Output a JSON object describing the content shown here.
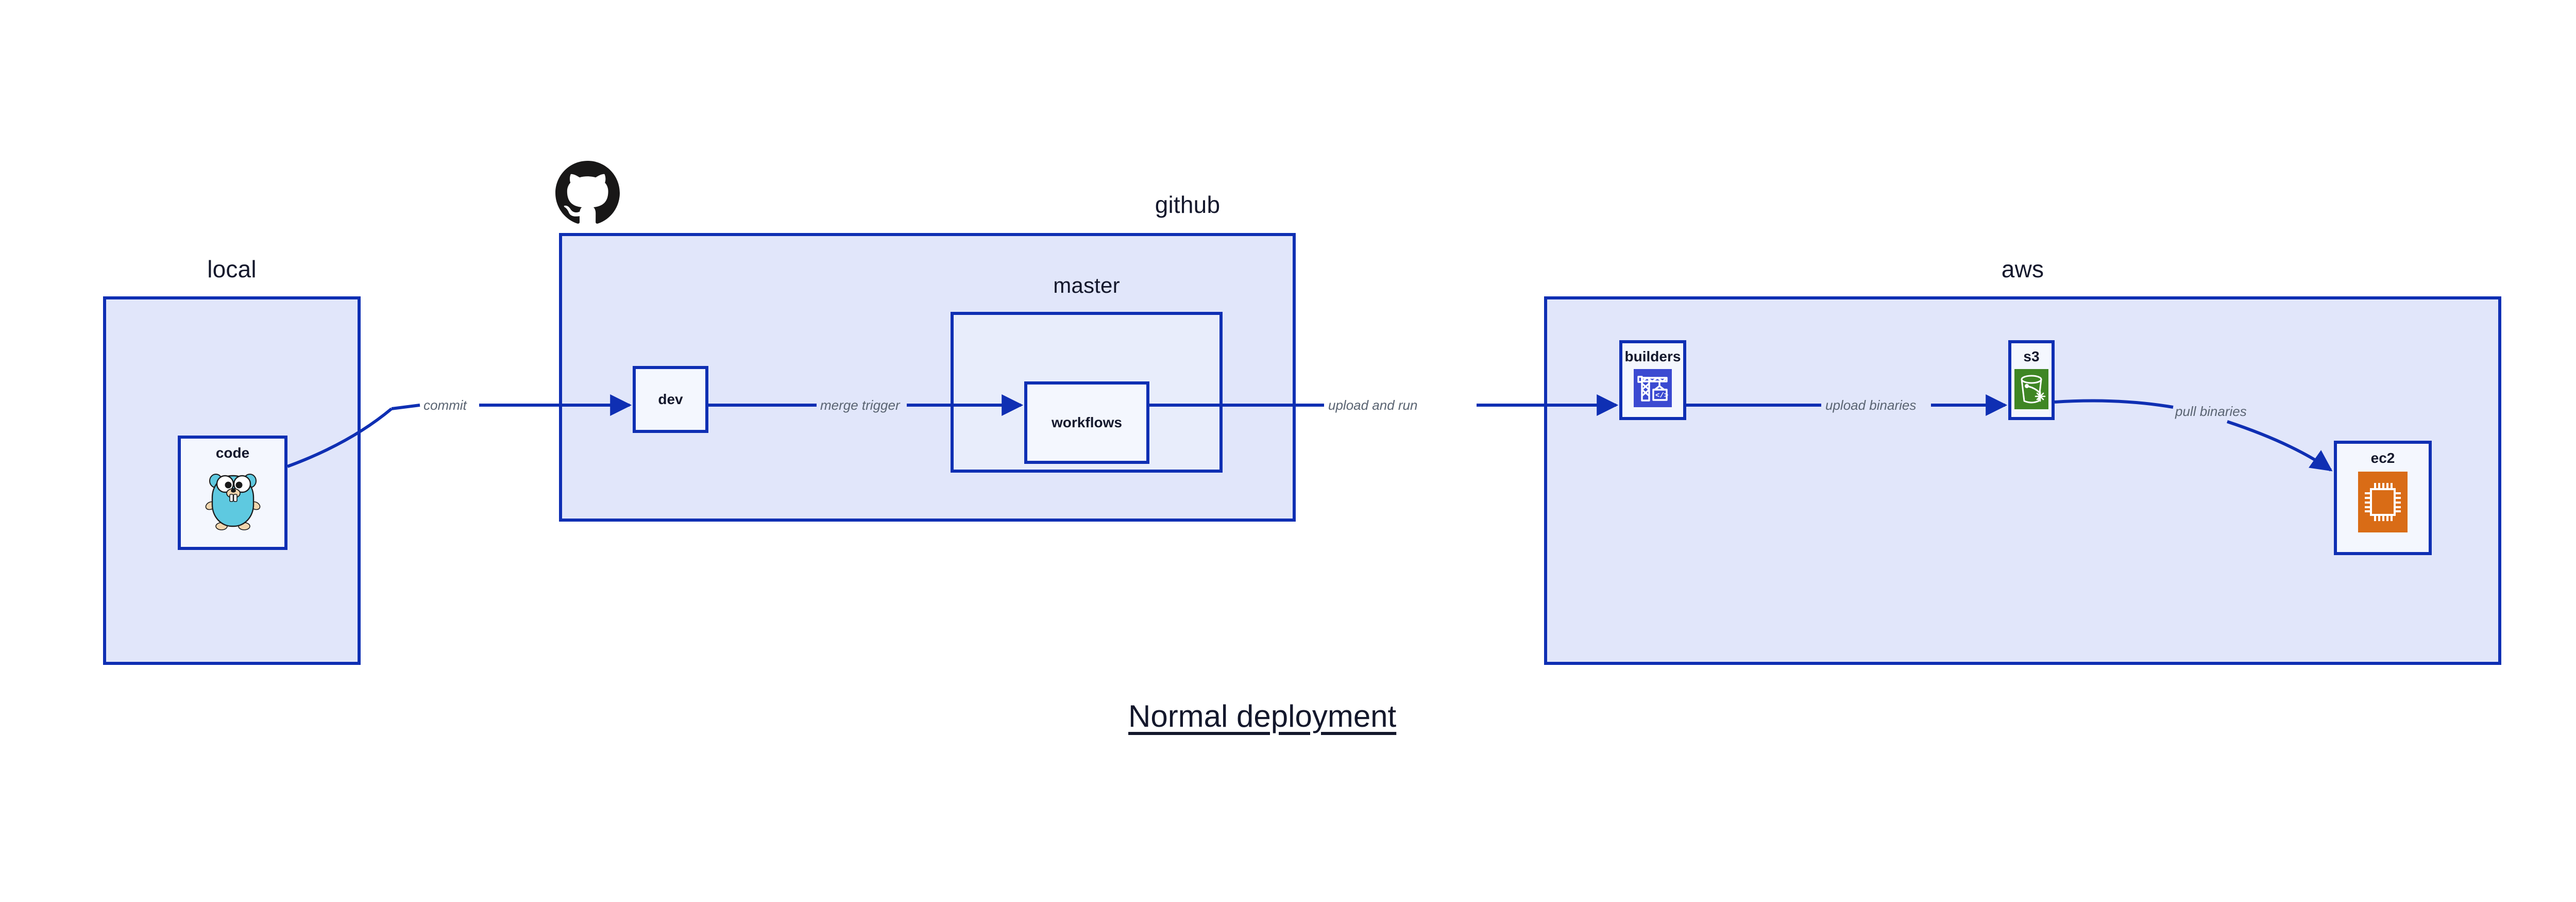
{
  "figure": {
    "title": "Normal deployment"
  },
  "groups": {
    "local": {
      "caption": "local"
    },
    "github": {
      "caption": "github",
      "logo": "github-octocat-logo",
      "master": {
        "caption": "master"
      }
    },
    "aws": {
      "caption": "aws"
    }
  },
  "nodes": {
    "code": {
      "label": "code",
      "icon": "go-gopher-icon"
    },
    "dev": {
      "label": "dev"
    },
    "workflows": {
      "label": "workflows"
    },
    "builders": {
      "label": "builders",
      "icon": "aws-codebuild-crane-icon",
      "icon_color": "#3b4ad1"
    },
    "s3": {
      "label": "s3",
      "icon": "aws-s3-bucket-icon",
      "icon_color": "#3f8624"
    },
    "ec2": {
      "label": "ec2",
      "icon": "aws-ec2-chip-icon",
      "icon_color": "#d96c16"
    }
  },
  "edges": [
    {
      "from": "code",
      "to": "dev",
      "label": "commit"
    },
    {
      "from": "dev",
      "to": "workflows",
      "label": "merge trigger"
    },
    {
      "from": "workflows",
      "to": "builders",
      "label": "upload and run"
    },
    {
      "from": "builders",
      "to": "s3",
      "label": "upload binaries"
    },
    {
      "from": "s3",
      "to": "ec2",
      "label": "pull binaries"
    }
  ],
  "colors": {
    "stroke": "#0f2fb3",
    "group_fill_1": "#e1e6fa",
    "group_fill_2": "#e8edfb",
    "node_fill": "#f4f7fe",
    "text": "#14182c",
    "edge_label_text": "#5a6472",
    "background": "#ffffff"
  }
}
